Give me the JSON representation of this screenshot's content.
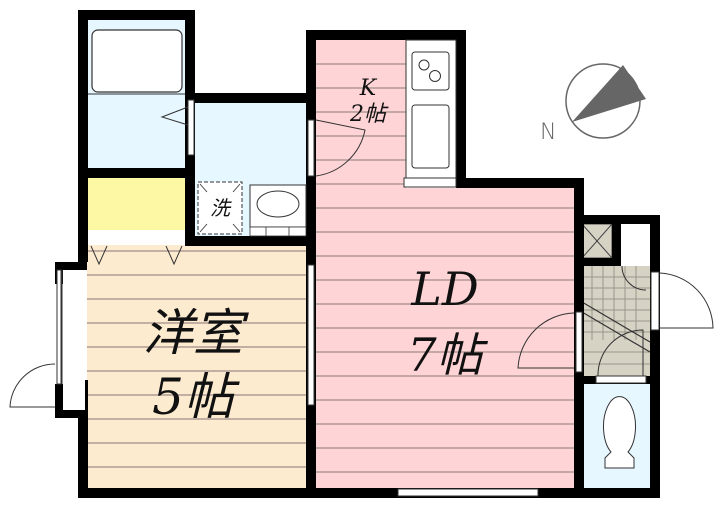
{
  "floorplan": {
    "compass": {
      "label": "N",
      "color": "#666666"
    },
    "colors": {
      "wall": "#000000",
      "ld_floor": "#ffd4d6",
      "western_floor": "#fdebd0",
      "wet_area": "#e6f7ff",
      "closet": "#fdf8a4",
      "entrance": "#d6d2c4",
      "floor_line": "#b09a96"
    },
    "rooms": {
      "kitchen": {
        "name": "K",
        "size": "2帖"
      },
      "living_dining": {
        "name": "LD",
        "size": "7帖"
      },
      "western_room": {
        "name": "洋室",
        "size": "5帖"
      },
      "washer": {
        "label": "洗"
      }
    }
  }
}
